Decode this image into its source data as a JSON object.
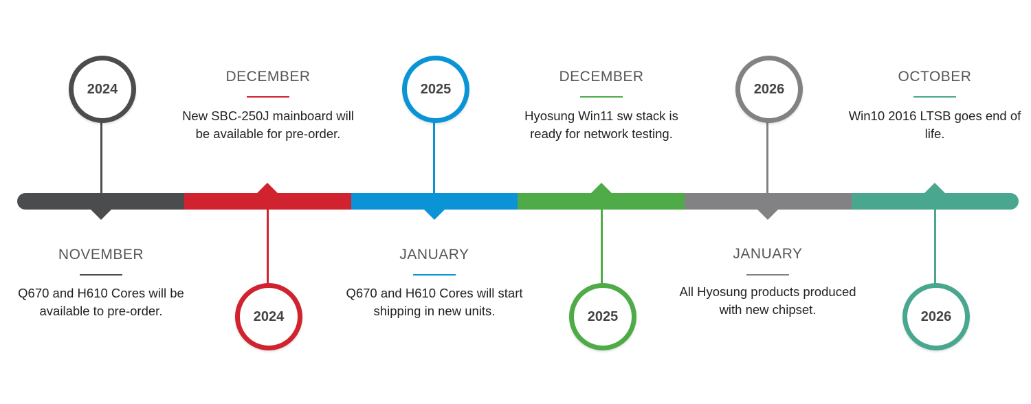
{
  "colors": {
    "dark": "#4b4c4e",
    "red": "#d0222f",
    "blue": "#0a94d6",
    "green": "#4fab47",
    "gray": "#828285",
    "teal": "#4aa78f"
  },
  "milestones": [
    {
      "year": "2024",
      "month": "NOVEMBER",
      "text": "Q670 and H610 Cores will be available to pre-order."
    },
    {
      "year": "2024",
      "month": "DECEMBER",
      "text": "New SBC-250J mainboard will be available for pre-order."
    },
    {
      "year": "2025",
      "month": "JANUARY",
      "text": "Q670 and H610 Cores will start shipping in new units."
    },
    {
      "year": "2025",
      "month": "DECEMBER",
      "text": "Hyosung Win11 sw stack is ready for network testing."
    },
    {
      "year": "2026",
      "month": "JANUARY",
      "text": "All Hyosung products produced with new chipset."
    },
    {
      "year": "2026",
      "month": "OCTOBER",
      "text": "Win10 2016 LTSB goes end of life."
    }
  ]
}
